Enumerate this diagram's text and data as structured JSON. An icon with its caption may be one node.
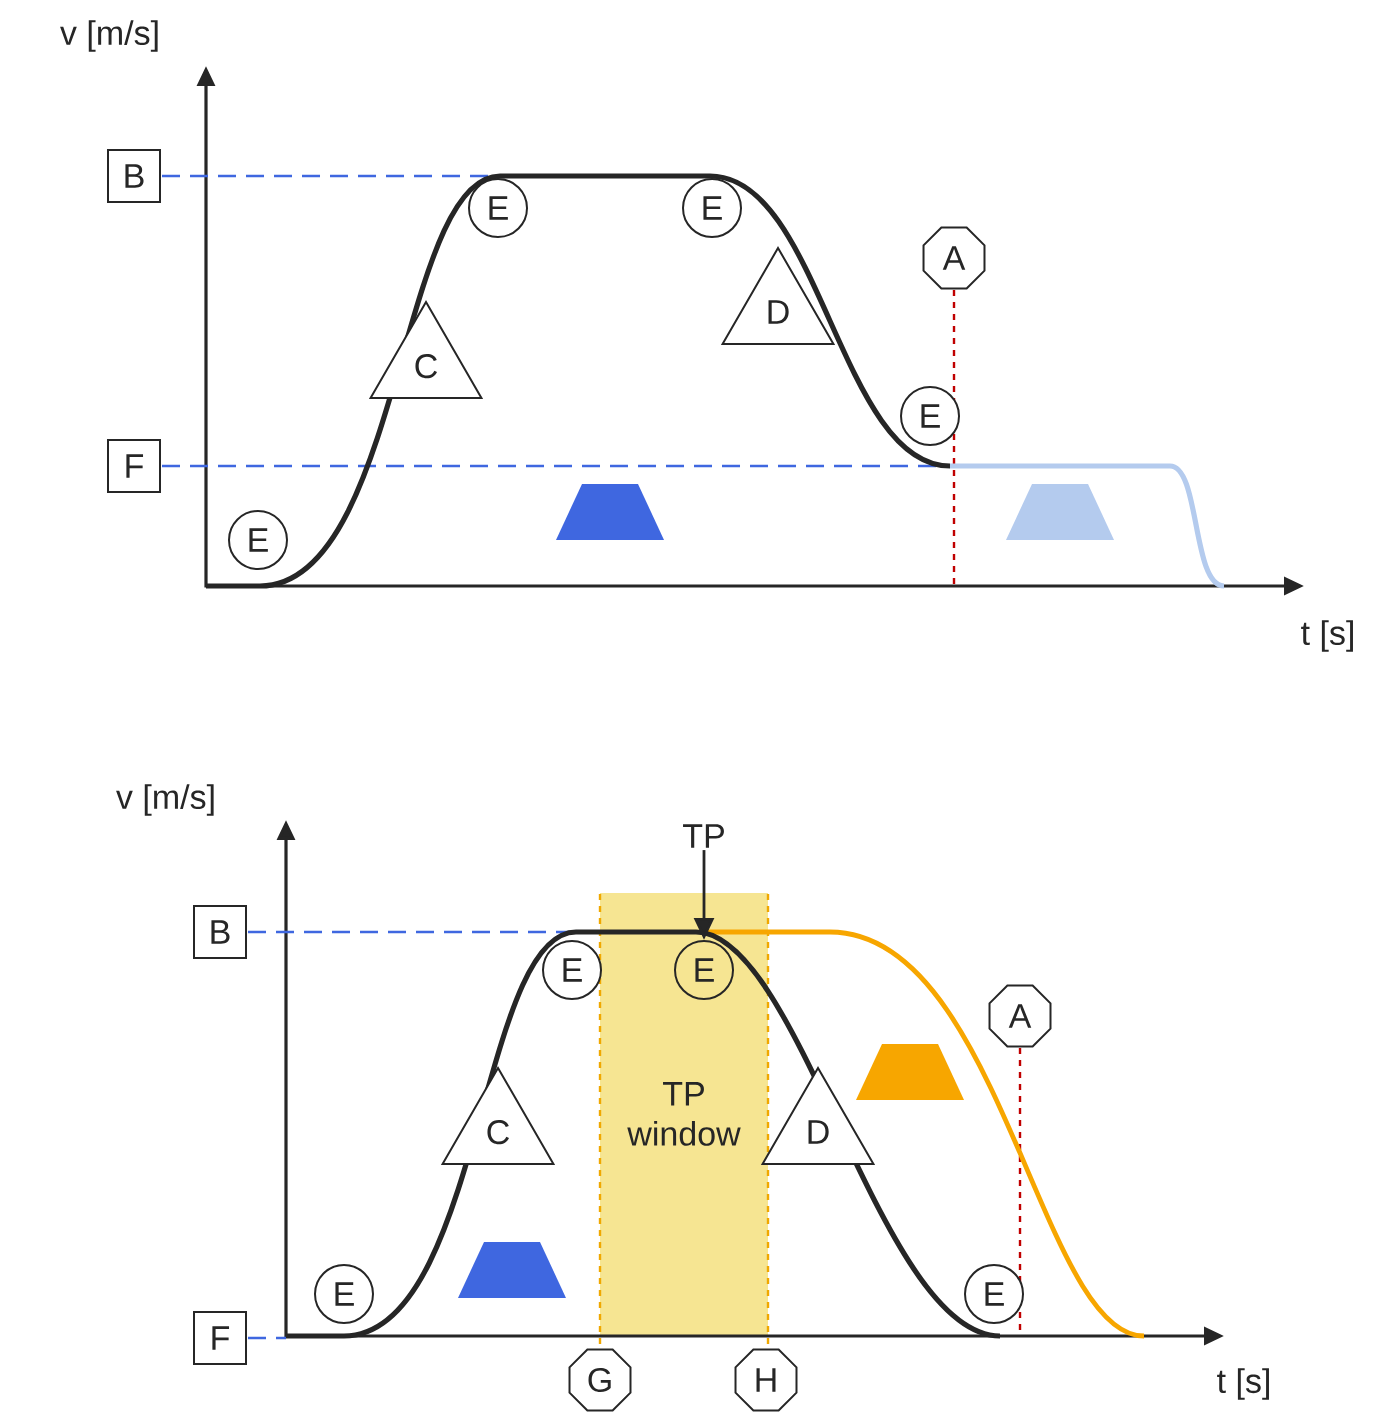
{
  "diagram": {
    "nodes": [
      {
        "text": [
          "B"
        ]
      },
      {
        "text": [
          "F"
        ]
      },
      {
        "text": [
          "E"
        ]
      },
      {
        "text": [
          "E"
        ]
      },
      {
        "text": [
          "A"
        ]
      },
      {
        "text": [
          "D"
        ]
      },
      {
        "text": [
          "C"
        ]
      },
      {
        "text": [
          "E"
        ]
      },
      {
        "text": [
          "E"
        ]
      },
      {
        "text": [
          "TP"
        ]
      },
      {
        "text": [
          "TP window"
        ]
      },
      {
        "text": [
          "B"
        ]
      },
      {
        "text": [
          "E"
        ]
      },
      {
        "text": [
          "E"
        ],
        "in": 10
      },
      {
        "text": [
          "A"
        ]
      },
      {
        "text": [
          "C"
        ]
      },
      {
        "text": [
          "D"
        ]
      },
      {
        "text": [
          "E"
        ]
      },
      {
        "text": [
          "E"
        ]
      },
      {
        "text": [
          "F"
        ]
      },
      {
        "text": [
          "G"
        ]
      },
      {
        "text": [
          "H"
        ]
      }
    ],
    "edges": [
      {
        "from": 9,
        "to": 13,
        "arrow": "to"
      }
    ],
    "labels": [
      "v [m/s]",
      "t [s]",
      "v [m/s]",
      "t [s]"
    ]
  }
}
